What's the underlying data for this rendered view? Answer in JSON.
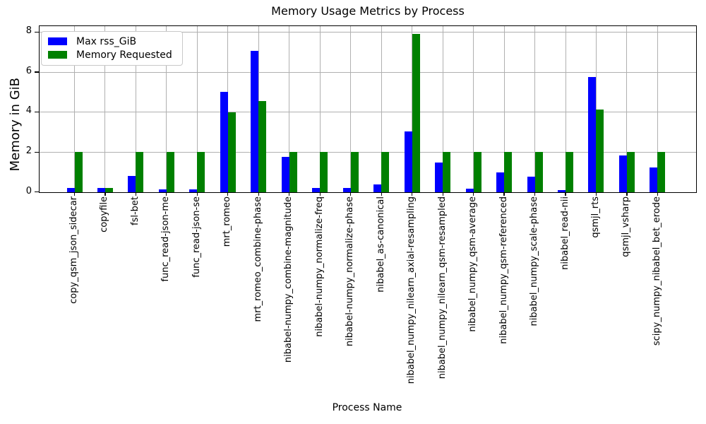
{
  "chart_data": {
    "type": "bar",
    "title": "Memory Usage Metrics by Process",
    "xlabel": "Process Name",
    "ylabel": "Memory in GiB",
    "categories": [
      "copy_qsm_json_sidecar",
      "copyfile",
      "fsl-bet",
      "func_read-json-me",
      "func_read-json-se",
      "mrt_romeo",
      "mrt_romeo_combine-phase",
      "nibabel-numpy_combine-magnitude",
      "nibabel-numpy_normalize-freq",
      "nibabel-numpy_normalize-phase",
      "nibabel_as-canonical",
      "nibabel_numpy_nilearn_axial-resampling",
      "nibabel_numpy_nilearn_qsm-resampled",
      "nibabel_numpy_qsm-average",
      "nibabel_numpy_qsm-referenced",
      "nibabel_numpy_scale-phase",
      "nibabel_read-nii",
      "qsmjl_rts",
      "qsmjl_vsharp",
      "scipy_numpy_nibabel_bet_erode"
    ],
    "series": [
      {
        "name": "Max rss_GiB",
        "color": "#0000ff",
        "values": [
          0.2,
          0.2,
          0.82,
          0.13,
          0.13,
          5.0,
          7.05,
          1.75,
          0.22,
          0.2,
          0.38,
          3.05,
          1.5,
          0.16,
          1.0,
          0.78,
          0.12,
          5.75,
          1.82,
          1.22
        ]
      },
      {
        "name": "Memory Requested",
        "color": "#008000",
        "values": [
          2.0,
          0.2,
          2.0,
          2.0,
          2.0,
          4.0,
          4.55,
          2.0,
          2.0,
          2.0,
          2.0,
          7.9,
          2.0,
          2.0,
          2.0,
          2.0,
          2.0,
          4.15,
          2.0,
          2.0
        ]
      }
    ],
    "yticks": [
      0,
      2,
      4,
      6,
      8
    ],
    "ylim": [
      0,
      8.3
    ],
    "grid": true,
    "legend_position": "upper left"
  }
}
